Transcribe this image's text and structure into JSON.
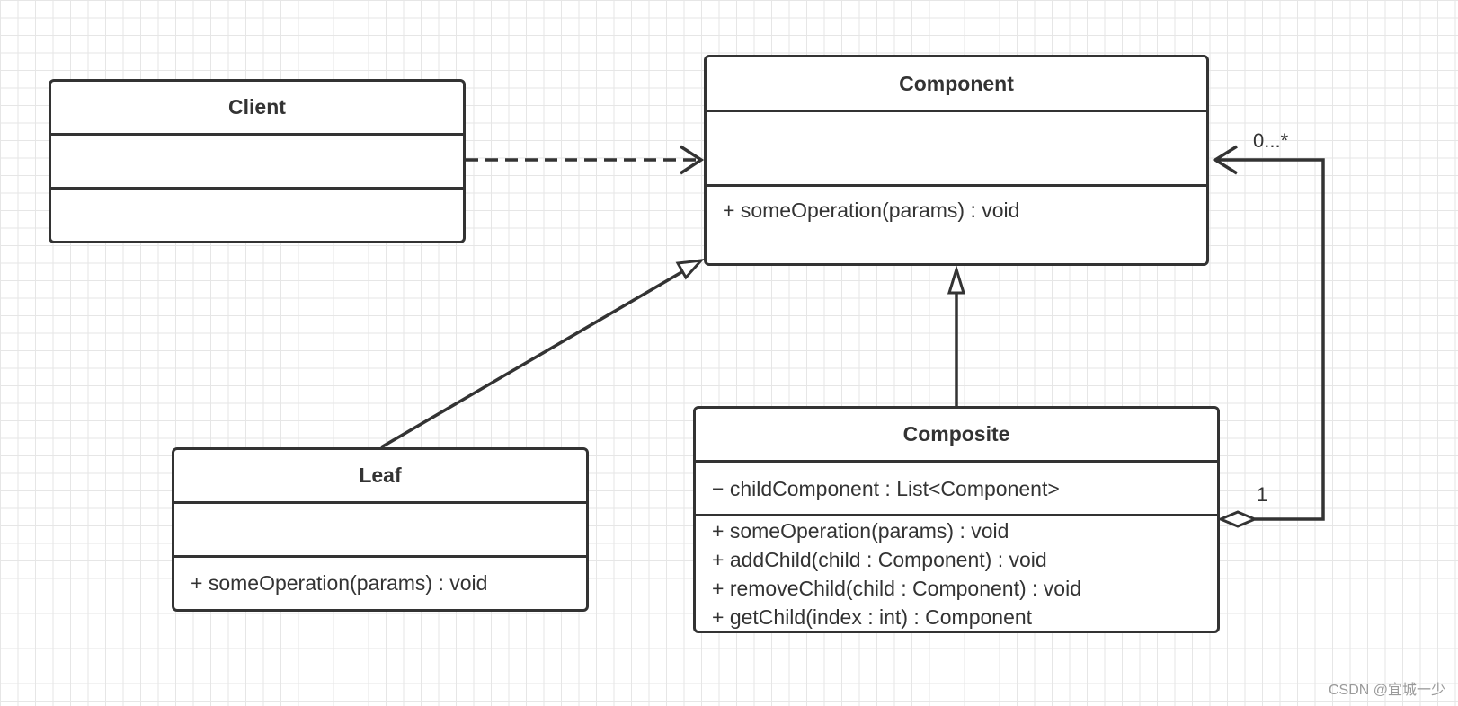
{
  "classes": {
    "client": {
      "name": "Client",
      "attributes": [],
      "operations": []
    },
    "component": {
      "name": "Component",
      "attributes": [],
      "operations": [
        "+ someOperation(params) : void"
      ]
    },
    "leaf": {
      "name": "Leaf",
      "attributes": [],
      "operations": [
        "+ someOperation(params) : void"
      ]
    },
    "composite": {
      "name": "Composite",
      "attributes": [
        "− childComponent : List<Component>"
      ],
      "operations": [
        "+ someOperation(params) : void",
        "+ addChild(child : Component) : void",
        "+ removeChild(child : Component) : void",
        "+ getChild(index : int) : Component"
      ]
    }
  },
  "relations": {
    "client_to_component": "dependency",
    "leaf_to_component": "generalization",
    "composite_to_component": "generalization",
    "composite_aggregates_component": {
      "type": "aggregation",
      "multiplicity_target": "0...*",
      "multiplicity_source": "1"
    }
  },
  "watermark": "CSDN @宜城一少",
  "colors": {
    "line": "#333333",
    "grid": "#e6e6e6",
    "background": "#ffffff"
  }
}
